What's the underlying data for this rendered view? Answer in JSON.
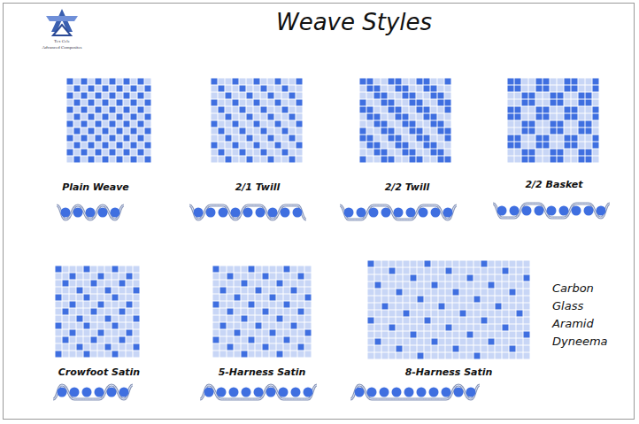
{
  "diagram": {
    "title": "Weave Styles",
    "labels": [
      "Tex Cele",
      "Advanced Composites",
      "Plain Weave",
      "2/1 Twill",
      "2/2 Twill",
      "2/2 Basket",
      "Crowfoot Satin",
      "5-Harness Satin",
      "8-Harness Satin",
      "Carbon",
      "Glass",
      "Aramid",
      "Dyneema"
    ]
  }
}
